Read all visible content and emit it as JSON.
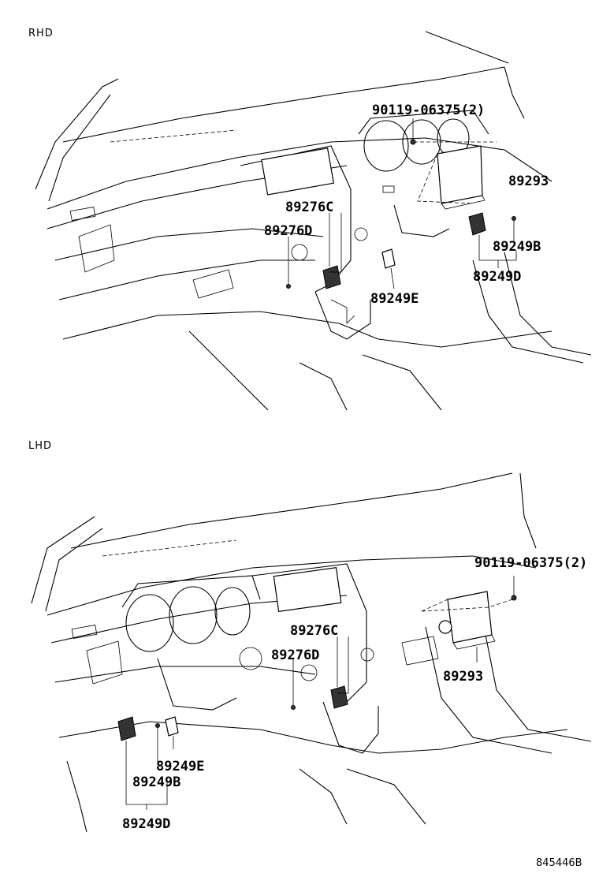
{
  "sections": {
    "rhd": {
      "title": "RHD",
      "labels": {
        "bolt": "90119-06375(2)",
        "controller": "89293",
        "switch_c": "89276C",
        "switch_d": "89276D",
        "sensor_b": "89249B",
        "sensor_d": "89249D",
        "sensor_e": "89249E"
      }
    },
    "lhd": {
      "title": "LHD",
      "labels": {
        "bolt": "90119-06375(2)",
        "controller": "89293",
        "switch_c": "89276C",
        "switch_d": "89276D",
        "sensor_b": "89249B",
        "sensor_d": "89249D",
        "sensor_e": "89249E"
      }
    }
  },
  "footer": {
    "reference": "845446B"
  }
}
